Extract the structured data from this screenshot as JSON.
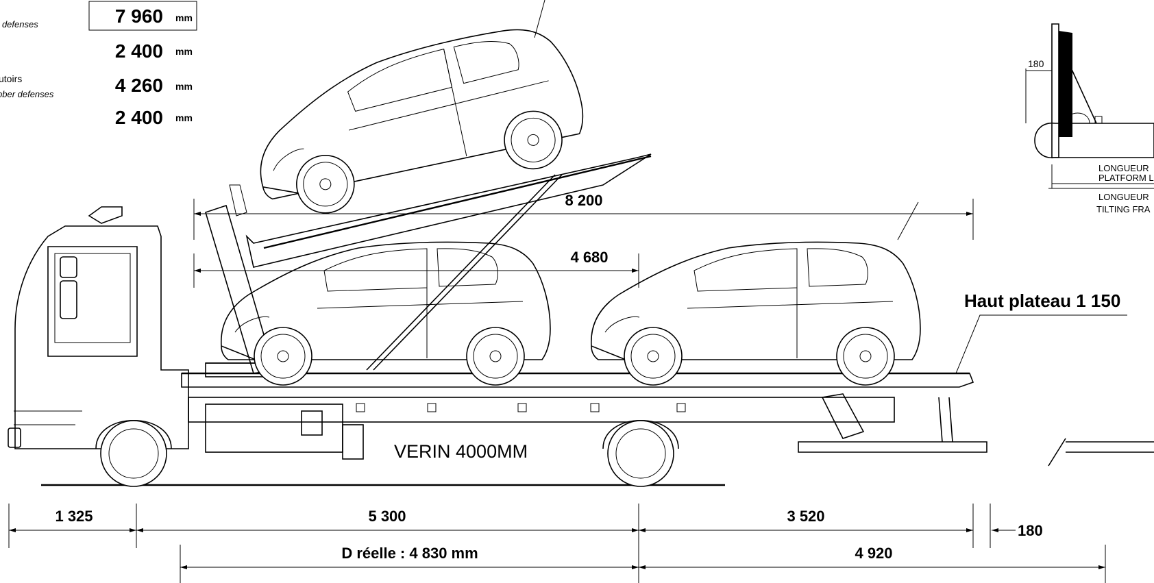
{
  "specs": [
    {
      "label": "r defenses",
      "value": "7 960",
      "unit": "mm",
      "boxed": true
    },
    {
      "label": "",
      "value": "2 400",
      "unit": "mm",
      "boxed": false
    },
    {
      "label": "utoirs",
      "sublabel": "bber defenses",
      "value": "4 260",
      "unit": "mm",
      "boxed": false
    },
    {
      "label": "",
      "value": "2 400",
      "unit": "mm",
      "boxed": false
    }
  ],
  "dimensions": {
    "platform_top": "8 200",
    "car_spacing": "4 680",
    "bed_height": "Haut plateau 1 150",
    "cylinder": "VERIN 4000MM",
    "front_overhang": "1 325",
    "wheelbase": "5 300",
    "rear_section": "3 520",
    "rear_extension": "180",
    "actual_distance": "D réelle : 4 830 mm",
    "rear_total": "4 920"
  },
  "detail": {
    "dim": "180",
    "platform_length_fr": "LONGUEUR",
    "platform_length_en": "PLATFORM L",
    "tilting_frame_fr": "LONGUEUR",
    "tilting_frame_en": "TILTING FRA"
  }
}
